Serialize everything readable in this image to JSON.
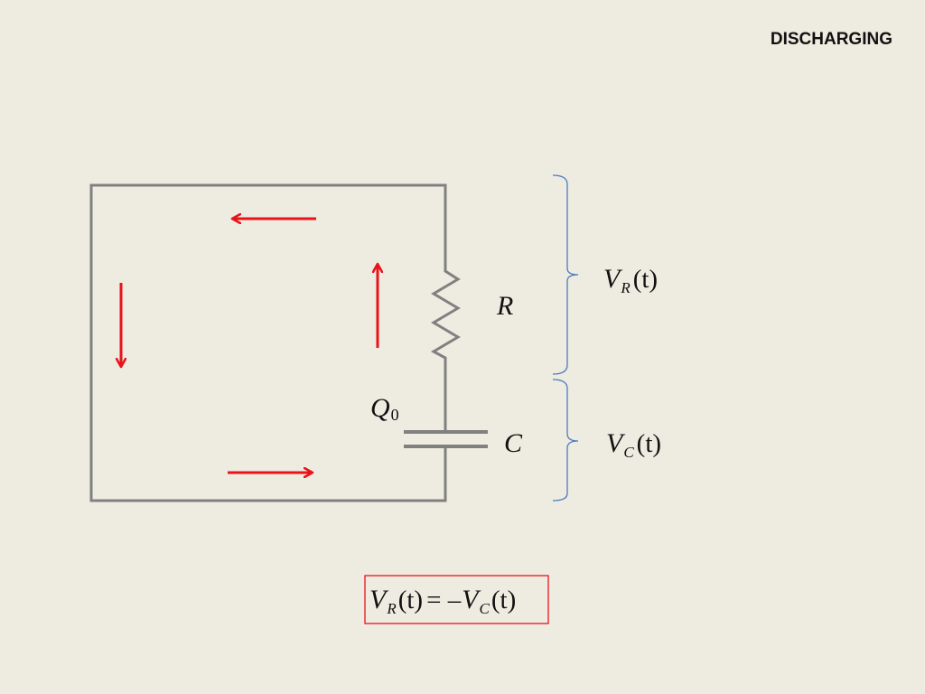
{
  "slide": {
    "title": "DISCHARGING",
    "background": "#eeebe0"
  },
  "circuit": {
    "wire_color": "#808080",
    "arrow_color": "#e8141c",
    "brace_color": "#4a7cc0",
    "resistor_label": "R",
    "capacitor_label": "C",
    "charge_label": {
      "symbol": "Q",
      "subscript": "0"
    },
    "resistor_voltage": {
      "symbol": "V",
      "subscript": "R",
      "argument": "(t)"
    },
    "capacitor_voltage": {
      "symbol": "V",
      "subscript": "C",
      "argument": "(t)"
    }
  },
  "equation": {
    "border_color": "#e8141c",
    "lhs_symbol": "V",
    "lhs_subscript": "R",
    "lhs_argument": "(t)",
    "relation": "= –",
    "rhs_symbol": "V",
    "rhs_subscript": "C",
    "rhs_argument": "(t)"
  }
}
